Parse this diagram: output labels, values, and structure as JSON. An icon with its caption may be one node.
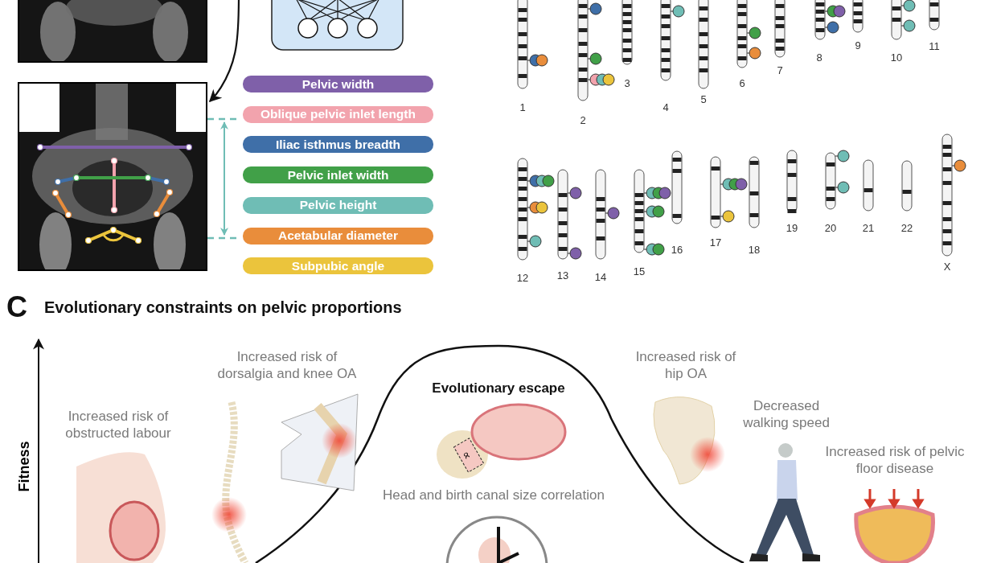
{
  "diagram": {
    "nodes": [
      {
        "text": [],
        "shape": "picture"
      },
      {
        "text": [],
        "shape": "picture"
      }
    ],
    "edges": [
      {
        "from": null,
        "to": 1,
        "arrow": "to"
      }
    ],
    "labels": [
      "1",
      "2",
      "3",
      "4",
      "5",
      "6",
      "7",
      "8",
      "9",
      "10",
      "11",
      "12",
      "13",
      "14",
      "15",
      "16",
      "17",
      "18",
      "19",
      "20",
      "21",
      "22",
      "X",
      "C",
      "Evolutionary constraints on pelvic proportions",
      "Fitness",
      "Increased risk of dorsalgia and knee OA",
      "Increased risk of hip OA",
      "Evolutionary escape",
      "Increased risk of obstructed labour",
      "Decreased walking speed",
      "Increased risk of pelvic floor disease",
      "∝",
      "Head and birth canal size correlation"
    ],
    "legend": [
      {
        "text": "Pelvic width",
        "color": "#7f60a9"
      },
      {
        "text": "Oblique pelvic inlet length",
        "color": "#f2a3ad"
      },
      {
        "text": "Iliac isthmus breadth",
        "color": "#3f6fa8"
      },
      {
        "text": "Pelvic inlet width",
        "color": "#41a048"
      },
      {
        "text": "Pelvic height",
        "color": "#6fbdb5"
      },
      {
        "text": "Acetabular diameter",
        "color": "#e98d3b"
      },
      {
        "text": "Subpubic angle",
        "color": "#ebc43c"
      }
    ]
  }
}
